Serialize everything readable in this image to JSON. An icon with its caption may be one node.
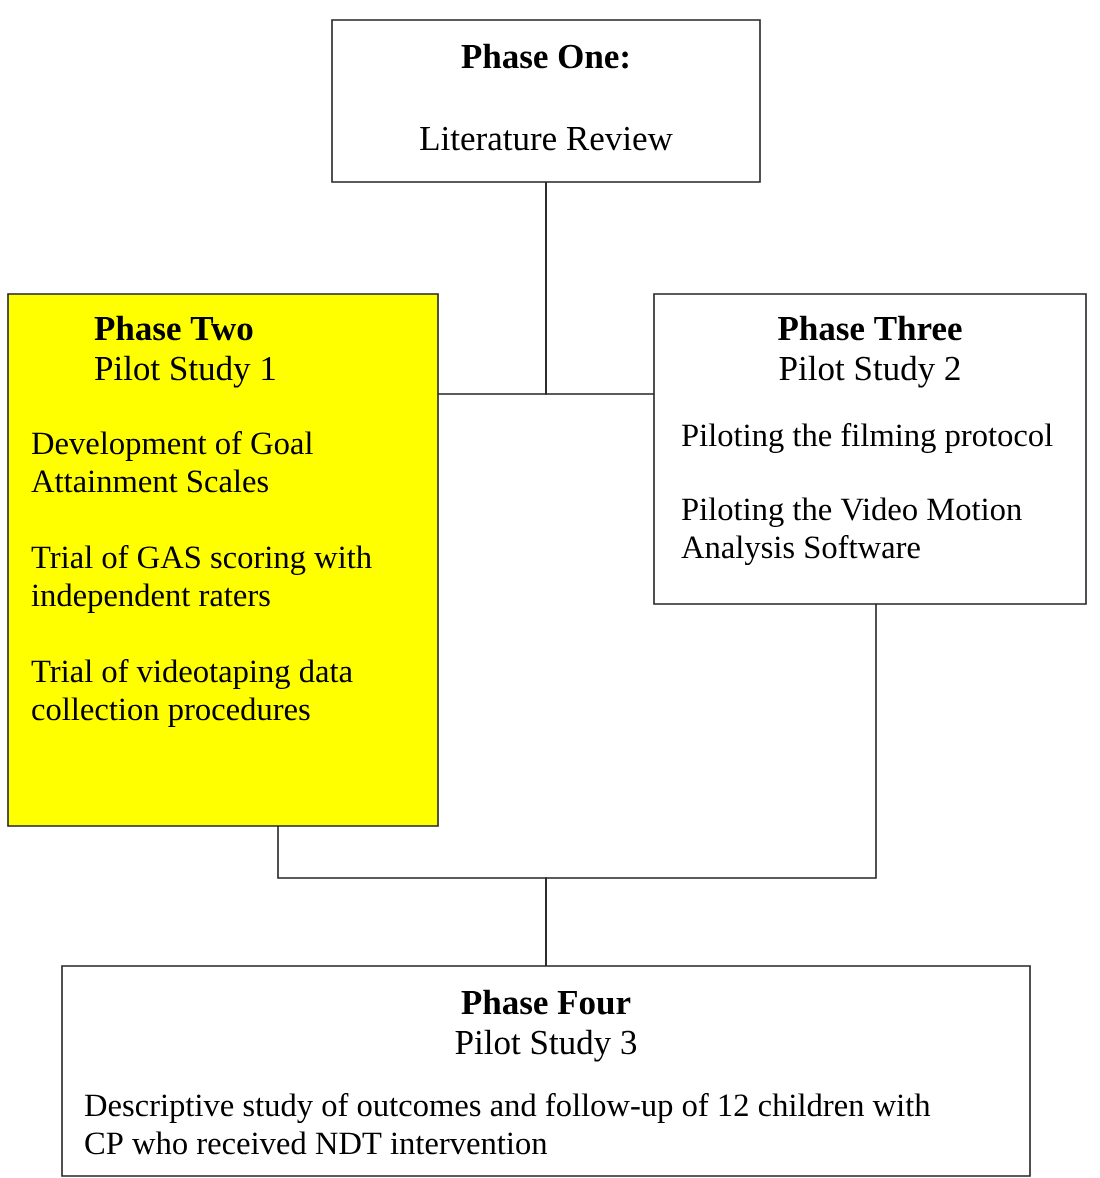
{
  "diagram": {
    "nodes": [
      {
        "text": [
          "Phase One:",
          "Literature Review"
        ]
      },
      {
        "text": [
          "Phase Two",
          "Pilot Study 1",
          "Development of Goal Attainment Scales",
          "Trial of GAS scoring with independent raters",
          "Trial of videotaping data collection procedures"
        ]
      },
      {
        "text": [
          "Phase Three",
          "Pilot Study 2",
          "Piloting the filming protocol",
          "Piloting the Video Motion Analysis Software"
        ]
      },
      {
        "text": [
          "Phase Four",
          "Pilot Study 3",
          "Descriptive study of outcomes and follow-up of 12 children with CP who received NDT intervention"
        ]
      }
    ],
    "edges": [
      {
        "from": 0,
        "to": 1,
        "arrow": "none"
      },
      {
        "from": 0,
        "to": 2,
        "arrow": "none"
      },
      {
        "from": 1,
        "to": 3,
        "arrow": "none"
      },
      {
        "from": 2,
        "to": 3,
        "arrow": "none"
      }
    ]
  }
}
